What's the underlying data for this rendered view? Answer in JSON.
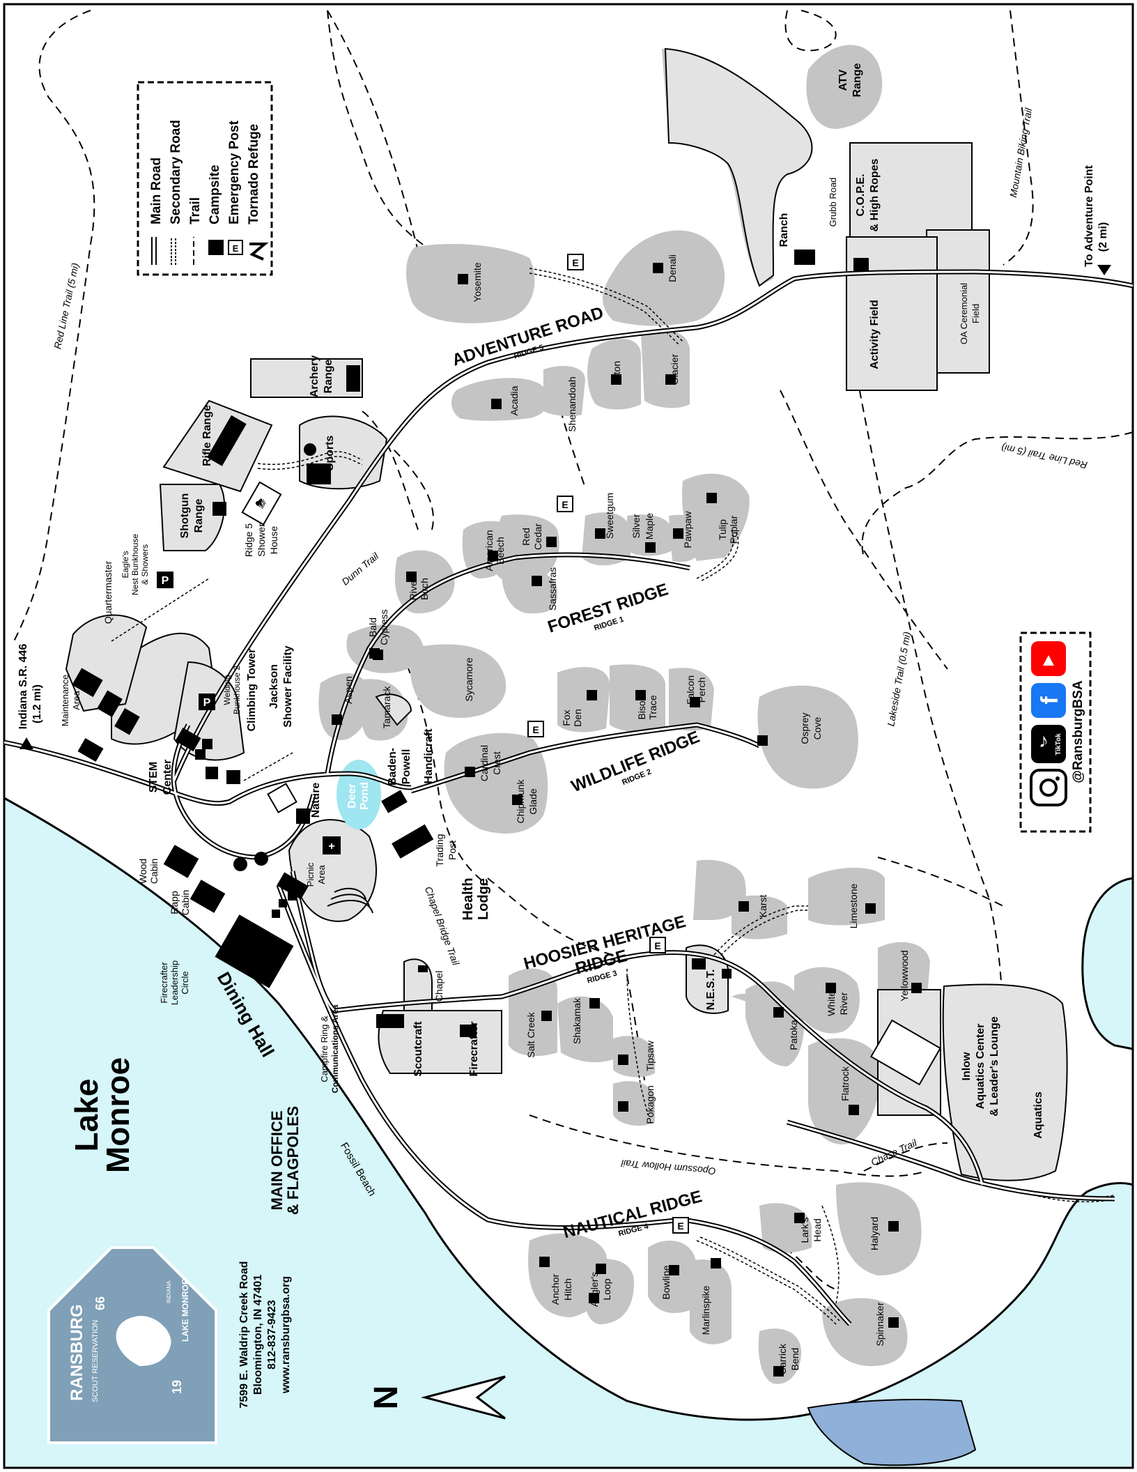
{
  "legend": {
    "items": [
      "Main Road",
      "Secondary Road",
      "Trail",
      "Campsite",
      "Emergency Post",
      "Tornado Refuge"
    ]
  },
  "lake": {
    "name_line1": "Lake",
    "name_line2": "Monroe"
  },
  "ridges": {
    "adventure": {
      "name": "ADVENTURE ROAD",
      "sub": "RIDGE 5"
    },
    "forest": {
      "name": "FOREST RIDGE",
      "sub": "RIDGE 1"
    },
    "wildlife": {
      "name": "WILDLIFE RIDGE",
      "sub": "RIDGE 2"
    },
    "hoosier": {
      "name_line1": "HOOSIER HERITAGE",
      "name_line2": "RIDGE",
      "sub": "RIDGE 3"
    },
    "nautical": {
      "name": "NAUTICAL RIDGE",
      "sub": "RIDGE 4"
    }
  },
  "campsites": {
    "yosemite": "Yosemite",
    "denali": "Denali",
    "acadia": "Acadia",
    "shenandoah": "Shenandoah",
    "teton": "Teton",
    "glacier": "Glacier",
    "american_beech_1": "American",
    "american_beech_2": "Beech",
    "red_cedar_1": "Red",
    "red_cedar_2": "Cedar",
    "sweetgum": "Sweetgum",
    "silver_maple_1": "Silver",
    "silver_maple_2": "Maple",
    "pawpaw": "Pawpaw",
    "tulip_poplar_1": "Tulip",
    "tulip_poplar_2": "Poplar",
    "sassafras": "Sassafras",
    "river_birch_1": "River",
    "river_birch_2": "Birch",
    "bald_cypress_1": "Bald",
    "bald_cypress_2": "Cypress",
    "sycamore": "Sycamore",
    "aspen": "Aspen",
    "tamarack": "Tamarack",
    "cardinal_crest_1": "Cardinal",
    "cardinal_crest_2": "Crest",
    "chipmunk_glade_1": "Chipmunk",
    "chipmunk_glade_2": "Glade",
    "fox_den_1": "Fox",
    "fox_den_2": "Den",
    "bison_trace_1": "Bison",
    "bison_trace_2": "Trace",
    "falcon_perch_1": "Falcon",
    "falcon_perch_2": "Perch",
    "osprey_cove_1": "Osprey",
    "osprey_cove_2": "Cove",
    "karst": "Karst",
    "limestone": "Limestone",
    "yellowwood": "Yellowwood",
    "white_river_1": "White",
    "white_river_2": "River",
    "patoka": "Patoka",
    "flatrock": "Flatrock",
    "salt_creek": "Salt Creek",
    "shakamak": "Shakamak",
    "tipsaw": "Tipsaw",
    "pokagon": "Pokagon",
    "anchor_hitch_1": "Anchor",
    "anchor_hitch_2": "Hitch",
    "anglers_loop_1": "Angler's",
    "anglers_loop_2": "Loop",
    "bowline": "Bowline",
    "marlinspike": "Marlinspike",
    "larks_head_1": "Lark's",
    "larks_head_2": "Head",
    "halyard": "Halyard",
    "spinnaker": "Spinnaker",
    "carrick_bend_1": "Carrick",
    "carrick_bend_2": "Bend"
  },
  "facilities": {
    "atv_1": "ATV",
    "atv_2": "Range",
    "ranch": "Ranch",
    "cope_1": "C.O.P.E.",
    "cope_2": "& High Ropes",
    "activity_field": "Activity Field",
    "oa_1": "OA Ceremonial",
    "oa_2": "Field",
    "grubb_road": "Grubb Road",
    "archery_1": "Archery",
    "archery_2": "Range",
    "sports": "Sports",
    "rifle": "Rifle Range",
    "shotgun_1": "Shotgun",
    "shotgun_2": "Range",
    "shower5_1": "Ridge 5",
    "shower5_2": "Shower",
    "shower5_3": "House",
    "quartermaster": "Quartermaster",
    "eagles_1": "Eagle's",
    "eagles_2": "Nest Bunkhouse",
    "eagles_3": "& Showers",
    "maintenance_1": "Maintenance",
    "maintenance_2": "Area",
    "welding_1": "Welding",
    "welding_2": "Bunkhouse 2",
    "climbing": "Climbing Tower",
    "jackson_1": "Jackson",
    "jackson_2": "Shower Facility",
    "stem_1": "STEM",
    "stem_2": "Center",
    "baden_1": "Baden-",
    "baden_2": "Powell",
    "handicraft": "Handicraft",
    "nature": "Nature",
    "deer_1": "Deer",
    "deer_2": "Pond",
    "trading_1": "Trading",
    "trading_2": "Post",
    "health_1": "Health",
    "health_2": "Lodge",
    "wood_1": "Wood",
    "wood_2": "Cabin",
    "rapp_1": "Rapp",
    "rapp_2": "Cabin",
    "picnic_1": "Picnic",
    "picnic_2": "Area",
    "firecrafter_circle_1": "Firecrafter",
    "firecrafter_circle_2": "Leadership",
    "firecrafter_circle_3": "Circle",
    "dining": "Dining Hall",
    "main_office_1": "MAIN OFFICE",
    "main_office_2": "& FLAGPOLES",
    "campfire_1": "Campfire Ring &",
    "campfire_2": "Communications Area",
    "chapel": "Chapel",
    "scoutcraft": "Scoutcraft",
    "firecrafter": "Firecrafter",
    "nest": "N.E.S.T.",
    "inlow_1": "Inlow",
    "inlow_2": "Aquatics Center",
    "inlow_3": "& Leader's Lounge",
    "aquatics": "Aquatics",
    "fossil_beach": "Fossil Beach"
  },
  "trails": {
    "red_line_left": "Red Line Trail (5 mi)",
    "red_line_right": "Red Line Trail (5 mi)",
    "mountain_biking": "Mountain Biking Trail",
    "dunn": "Dunn Trail",
    "lakeside": "Lakeside Trail (0.5 mi)",
    "chapel_bridge": "Chapel Bridge Trail",
    "opossum": "Opossum Hollow Trail",
    "chase": "Chase Trail"
  },
  "directions": {
    "adventure_point_1": "To Adventure Point",
    "adventure_point_2": "(2 mi)",
    "sr446_1": "Indiana S.R. 446",
    "sr446_2": "(1.2 mi)"
  },
  "social": {
    "handle": "@RansburgBSA",
    "tiktok_label": "TikTok"
  },
  "address": {
    "line1": "7599 E. Waldrip Creek Road",
    "line2": "Bloomington, IN 47401",
    "line3": "812-837-9423",
    "line4": "www.ransburgbsa.org"
  },
  "logo": {
    "name": "RANSBURG",
    "sub": "SCOUT RESERVATION",
    "year_a": "19",
    "year_b": "66",
    "lake": "LAKE MONROE",
    "state": "INDIANA"
  },
  "compass": {
    "letter": "N"
  },
  "colors": {
    "lake": "#d6f6f9",
    "campsite": "#c4c4c4",
    "logo": "#7fa0b6",
    "pond": "#9fe6f0"
  }
}
